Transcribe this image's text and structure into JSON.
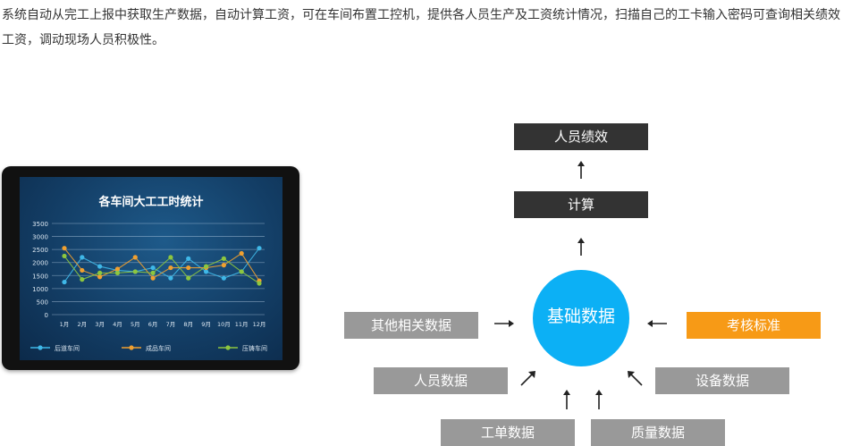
{
  "intro_text": "系统自动从完工上报中获取生产数据，自动计算工资，可在车间布置工控机，提供各人员生产及工资统计情况，扫描自己的工卡输入密码可查询相关绩效工资，调动现场人员积极性。",
  "flow": {
    "top": "人员绩效",
    "calc": "计算",
    "center": "基础数据",
    "left_mid": "其他相关数据",
    "right_mid": "考核标准",
    "left_low": "人员数据",
    "right_low": "设备数据",
    "bottom_left": "工单数据",
    "bottom_right": "质量数据"
  },
  "colors": {
    "dark_box": "#333333",
    "gray_box": "#999999",
    "accent_orange": "#f79a16",
    "center_blue": "#0cb0f5"
  },
  "chart_data": {
    "type": "line",
    "title": "各车间大工工时统计",
    "categories": [
      "1月",
      "2月",
      "3月",
      "4月",
      "5月",
      "6月",
      "7月",
      "8月",
      "9月",
      "10月",
      "11月",
      "12月"
    ],
    "ylim": [
      0,
      3500
    ],
    "yticks": [
      0,
      500,
      1000,
      1500,
      2000,
      2500,
      3000,
      3500
    ],
    "grid": true,
    "legend_position": "bottom",
    "series": [
      {
        "name": "后道车间",
        "color": "#3fb8e8",
        "values": [
          1250,
          2200,
          1850,
          1700,
          1650,
          1800,
          1400,
          2150,
          1650,
          1400,
          1650,
          2550
        ]
      },
      {
        "name": "成品车间",
        "color": "#f0a030",
        "values": [
          2550,
          1700,
          1450,
          1750,
          2200,
          1400,
          1800,
          1800,
          1800,
          1900,
          2350,
          1300
        ]
      },
      {
        "name": "压铸车间",
        "color": "#8dc63f",
        "values": [
          2250,
          1350,
          1600,
          1600,
          1650,
          1600,
          2200,
          1400,
          1850,
          2150,
          1650,
          1200
        ]
      }
    ]
  }
}
